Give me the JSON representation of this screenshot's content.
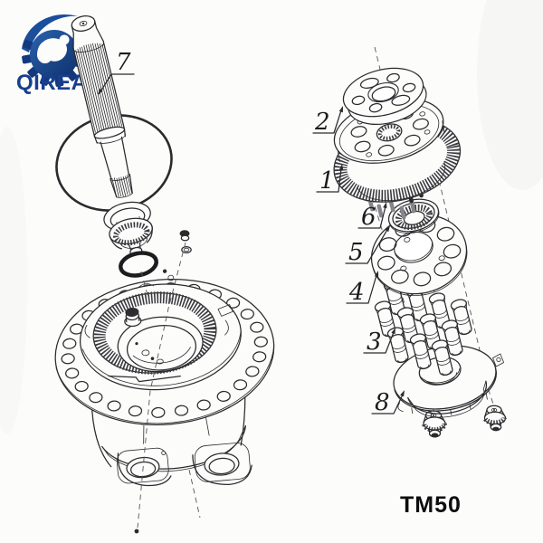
{
  "page": {
    "background": "#fcfcfb"
  },
  "logo": {
    "brand": "QIREAL",
    "accent_navy": "#14387E",
    "accent_blue": "#1B4E9B"
  },
  "diagram": {
    "model_label": "TM50",
    "callouts": [
      {
        "label": "1"
      },
      {
        "label": "2"
      },
      {
        "label": "3"
      },
      {
        "label": "4"
      },
      {
        "label": "5"
      },
      {
        "label": "6"
      },
      {
        "label": "7"
      },
      {
        "label": "8"
      }
    ]
  }
}
